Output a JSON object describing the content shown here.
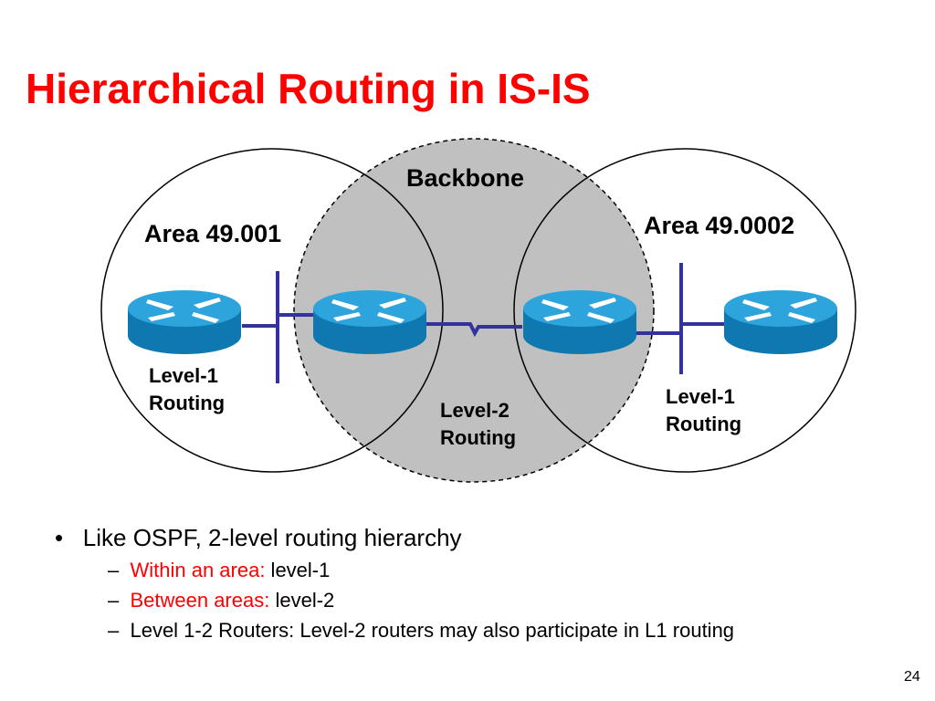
{
  "title": "Hierarchical Routing in IS-IS",
  "diagram": {
    "backbone": "Backbone",
    "area_left": "Area 49.001",
    "area_right": "Area 49.0002",
    "left_level": [
      "Level-1",
      "Routing"
    ],
    "center_level": [
      "Level-2",
      "Routing"
    ],
    "right_level": [
      "Level-1",
      "Routing"
    ],
    "colors": {
      "backbone_fill": "#c0c0c0",
      "router": "#1a8fc9",
      "link": "#333399"
    }
  },
  "bullets": {
    "main": "Like OSPF, 2-level routing hierarchy",
    "sub": [
      {
        "red": "Within an area:",
        "text": " level-1"
      },
      {
        "red": "Between areas:",
        "text": " level-2"
      },
      {
        "red": "",
        "text": "Level 1-2 Routers: Level-2 routers may also participate in L1 routing"
      }
    ]
  },
  "page_number": "24"
}
